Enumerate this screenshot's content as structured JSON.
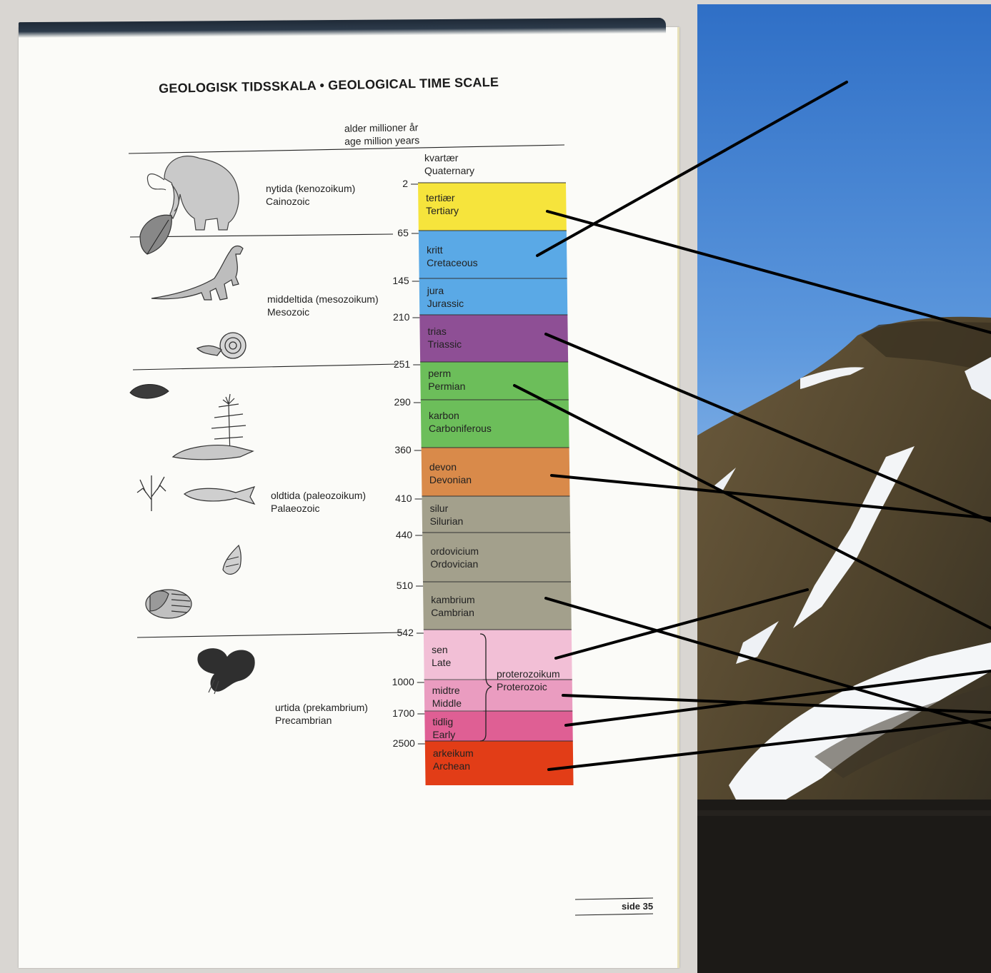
{
  "title": "GEOLOGISK TIDSSKALA • GEOLOGICAL TIME SCALE",
  "axis_heading": {
    "no": "alder millioner år",
    "en": "age million years"
  },
  "quaternary": {
    "no": "kvartær",
    "en": "Quaternary"
  },
  "eras": [
    {
      "no": "nytida (kenozoikum)",
      "en": "Cainozoic"
    },
    {
      "no": "middeltida (mesozoikum)",
      "en": "Mesozoic"
    },
    {
      "no": "oldtida (paleozoikum)",
      "en": "Palaeozoic"
    },
    {
      "no": "urtida (prekambrium)",
      "en": "Precambrian"
    }
  ],
  "ages": [
    "2",
    "65",
    "145",
    "210",
    "251",
    "290",
    "360",
    "410",
    "440",
    "510",
    "542",
    "1000",
    "1700",
    "2500"
  ],
  "periods": [
    {
      "no": "tertiær",
      "en": "Tertiary",
      "color": "#f6e43c"
    },
    {
      "no": "kritt",
      "en": "Cretaceous",
      "color": "#5aa9e6"
    },
    {
      "no": "jura",
      "en": "Jurassic",
      "color": "#5aa9e6"
    },
    {
      "no": "trias",
      "en": "Triassic",
      "color": "#8e4f95"
    },
    {
      "no": "perm",
      "en": "Permian",
      "color": "#6cbe5a"
    },
    {
      "no": "karbon",
      "en": "Carboniferous",
      "color": "#6cbe5a"
    },
    {
      "no": "devon",
      "en": "Devonian",
      "color": "#d98a4a"
    },
    {
      "no": "silur",
      "en": "Silurian",
      "color": "#a3a08c"
    },
    {
      "no": "ordovicium",
      "en": "Ordovician",
      "color": "#a3a08c"
    },
    {
      "no": "kambrium",
      "en": "Cambrian",
      "color": "#a3a08c"
    },
    {
      "no": "sen",
      "en": "Late",
      "color": "#f2bfd6"
    },
    {
      "no": "midtre",
      "en": "Middle",
      "color": "#ea9cc0"
    },
    {
      "no": "tidlig",
      "en": "Early",
      "color": "#df5f94"
    },
    {
      "no": "arkeikum",
      "en": "Archean",
      "color": "#e23d17"
    }
  ],
  "proterozoic": {
    "no": "proterozoikum",
    "en": "Proterozoic"
  },
  "page_number": "side 35",
  "icons": [
    "mammoth-icon",
    "leaf-icon",
    "dinosaur-icon",
    "ammonite-icon",
    "clam-icon",
    "horsetail-plant-icon",
    "lobe-fin-fish-icon",
    "coral-icon",
    "fish-icon",
    "snail-shell-icon",
    "trilobite-icon",
    "algae-fossil-icon"
  ]
}
